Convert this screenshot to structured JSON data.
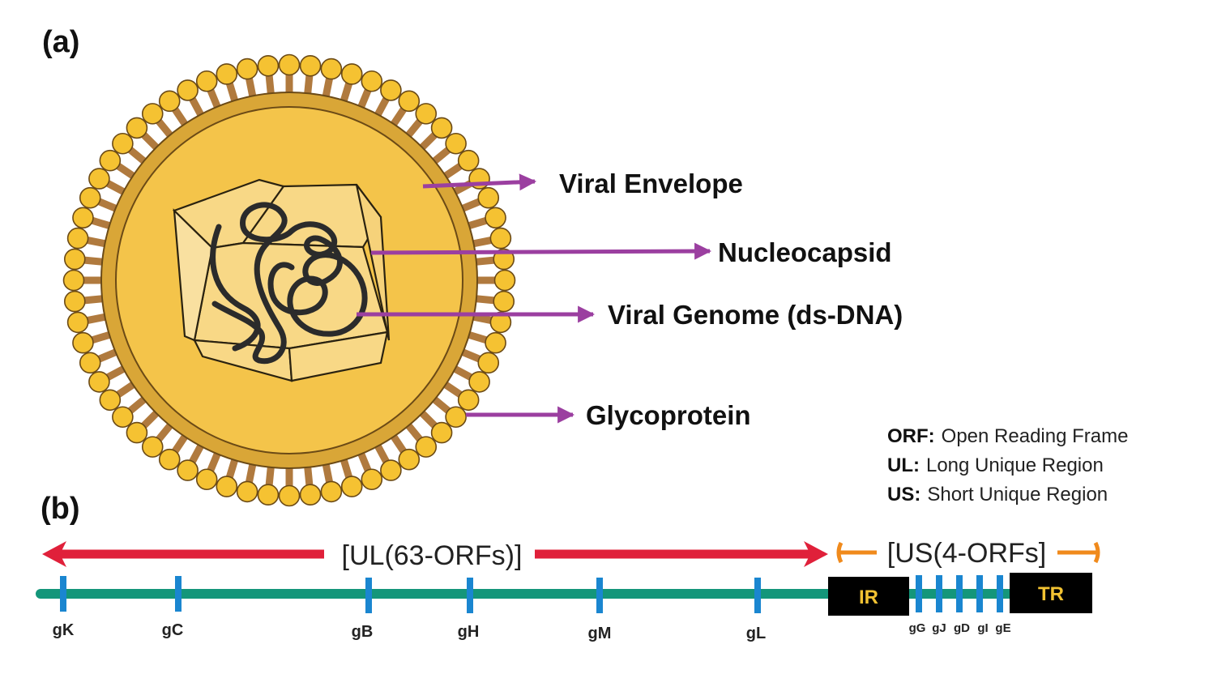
{
  "panel_a": {
    "label": "(a)",
    "callouts": [
      {
        "id": "envelope",
        "text": "Viral Envelope"
      },
      {
        "id": "nucleocapsid",
        "text": "Nucleocapsid"
      },
      {
        "id": "genome",
        "text": "Viral Genome (ds-DNA)"
      },
      {
        "id": "glycoprotein",
        "text": "Glycoprotein"
      }
    ],
    "colors": {
      "arrow": "#9b3fa0",
      "lipid_head": "#f5c232",
      "lipid_tail": "#b07a3e",
      "envelope_ring": "#d9a637",
      "capsid_fill": "#f8d886",
      "virion_fill": "#f4c44a",
      "dna": "#2b2b2b"
    }
  },
  "panel_b": {
    "label": "(b)",
    "legend": [
      {
        "key": "ORF:",
        "value": "Open Reading Frame"
      },
      {
        "key": "UL:",
        "value": "Long Unique Region"
      },
      {
        "key": "US:",
        "value": "Short Unique Region"
      }
    ],
    "ul_label": "[UL(63-ORFs)]",
    "us_label": "[US(4-ORFs]",
    "repeats": {
      "ir": "IR",
      "tr": "TR"
    },
    "ul_genes": [
      "gK",
      "gC",
      "gB",
      "gH",
      "gM",
      "gL"
    ],
    "us_genes": [
      "gG",
      "gJ",
      "gD",
      "gI",
      "gE"
    ],
    "colors": {
      "genome_line": "#14967a",
      "gene_tick": "#1a86d0",
      "ul_arrow": "#e0203a",
      "us_bracket": "#f08a1c",
      "repeat_box": "#000000",
      "repeat_text": "#f2c232"
    }
  }
}
